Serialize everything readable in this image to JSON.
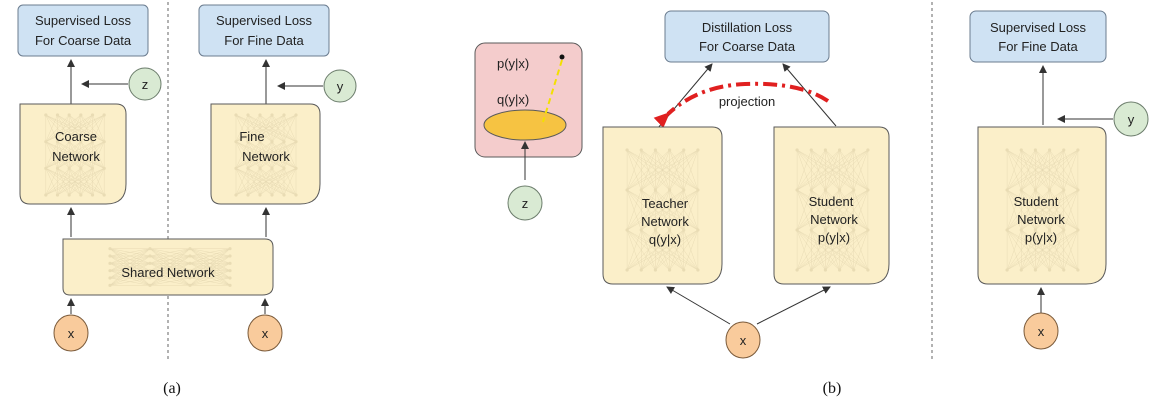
{
  "panel_a": {
    "caption": "(a)",
    "loss_coarse": [
      "Supervised Loss",
      "For Coarse Data"
    ],
    "loss_fine": [
      "Supervised Loss",
      "For Fine Data"
    ],
    "coarse_network": [
      "Coarse",
      "Network"
    ],
    "fine_network": [
      "Fine",
      "Network"
    ],
    "shared_network": "Shared Network",
    "label_z": "z",
    "label_y": "y",
    "input_left": "x",
    "input_right": "x"
  },
  "panel_b": {
    "caption": "(b)",
    "distill_loss": [
      "Distillation Loss",
      "For Coarse Data"
    ],
    "projection_label": "projection",
    "teacher": [
      "Teacher",
      "Network",
      "q(y|x)"
    ],
    "student": [
      "Student",
      "Network",
      "p(y|x)"
    ],
    "input": "x",
    "inset_p": "p(y|x)",
    "inset_q": "q(y|x)",
    "inset_z": "z",
    "right_loss": [
      "Supervised Loss",
      "For Fine Data"
    ],
    "right_student": [
      "Student",
      "Network",
      "p(y|x)"
    ],
    "right_y": "y",
    "right_x": "x"
  },
  "colors": {
    "loss_fill": "#cfe2f3",
    "loss_stroke": "#6b7c8f",
    "network_fill": "#fbefc9",
    "network_stroke": "#5a5a5a",
    "label_fill": "#d9ead3",
    "input_fill": "#f9cb9c",
    "inset_fill": "#f4cccc",
    "ellipse_fill": "#f6c342",
    "projection_arrow": "#e02020",
    "dash_line": "#f3e000"
  }
}
